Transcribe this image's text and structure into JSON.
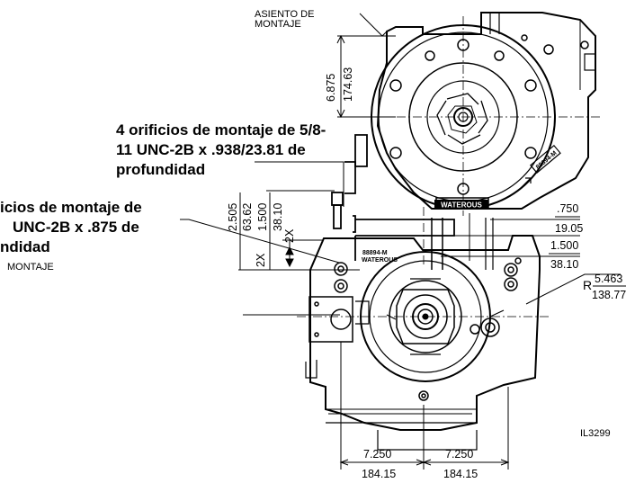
{
  "labels": {
    "mounting_seat": [
      "ASIENTO DE",
      "MONTAJE"
    ],
    "holes_four_line1": "4 orificios de montaje de 5/8-",
    "holes_four_line2": "11 UNC-2B x .938/23.81 de",
    "holes_four_line3": "profundidad",
    "holes_other_line1": "icios de montaje de",
    "holes_other_line2": "UNC-2B x .875 de",
    "holes_other_line3": "ndidad",
    "montaje_cut": "MONTAJE",
    "figure_id": "IL3299",
    "brand_plate": "WATEROUS",
    "part_number": "88894-M",
    "casting_brand": "WATEROUS"
  },
  "dimensions": {
    "seat_height_in": "6.875",
    "seat_height_mm": "174.63",
    "hole_spacing_a_in": "2.505",
    "hole_spacing_a_mm": "63.62",
    "hole_spacing_b_in": "1.500",
    "hole_spacing_b_mm": "38.10",
    "qty_2x_a": "2X",
    "qty_2x_b": "2X",
    "offset_a_in": ".750",
    "offset_a_mm": "19.05",
    "offset_b_in": "1.500",
    "offset_b_mm": "38.10",
    "radius_prefix": "R",
    "radius_in": "5.463",
    "radius_mm": "138.77",
    "bottom_left_in": "7.250",
    "bottom_left_mm": "184.15",
    "bottom_right_in": "7.250",
    "bottom_right_mm": "184.15"
  }
}
